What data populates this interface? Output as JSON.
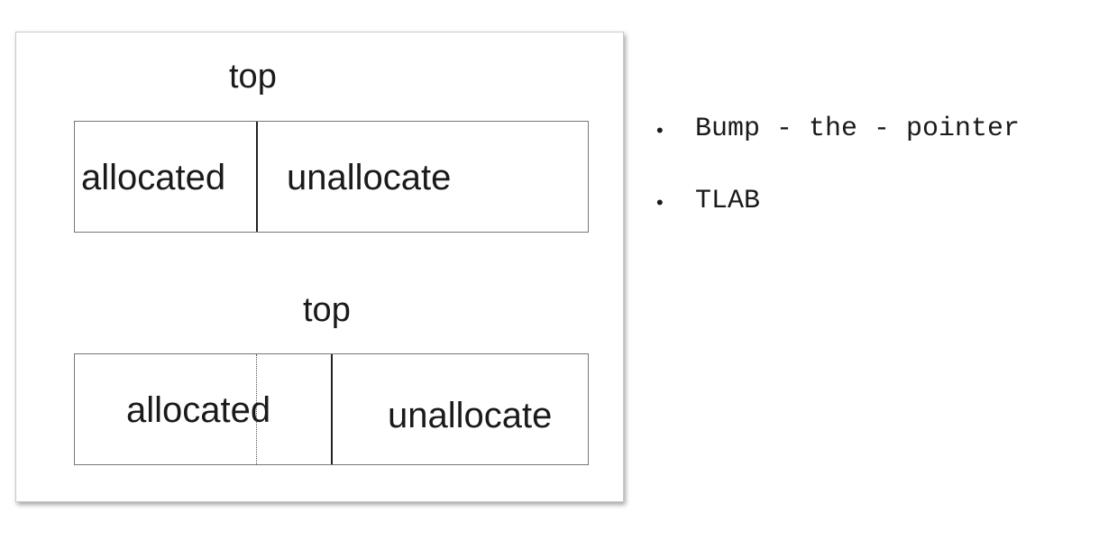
{
  "diagram": {
    "upper": {
      "pointer_label": "top",
      "allocated_label": "allocated",
      "unallocated_label": "unallocate"
    },
    "lower": {
      "pointer_label": "top",
      "allocated_label": "allocated",
      "unallocated_label": "unallocate"
    }
  },
  "bullets": {
    "bullet_glyph": "•",
    "items": [
      {
        "text": "Bump - the - pointer"
      },
      {
        "text": "TLAB"
      }
    ]
  }
}
